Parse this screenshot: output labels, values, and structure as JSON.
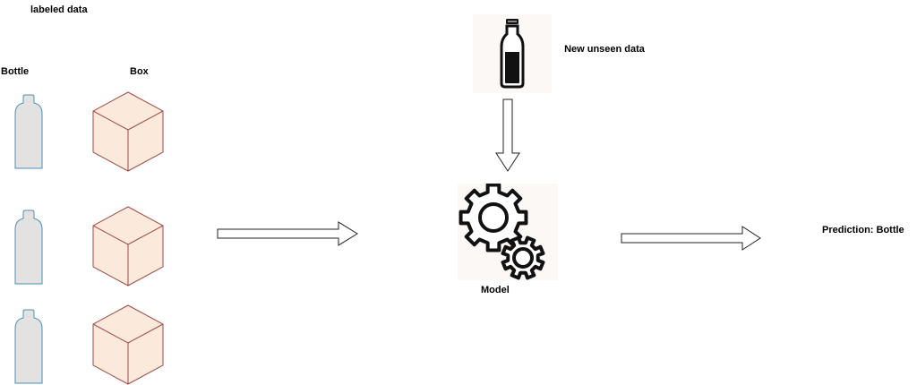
{
  "labels": {
    "title": "labeled data",
    "bottle": "Bottle",
    "box": "Box",
    "new_data": "New unseen data",
    "model": "Model",
    "prediction": "Prediction: Bottle"
  },
  "colors": {
    "bottle_stroke": "#4a8cb8",
    "bottle_fill": "#e4e2e1",
    "box_stroke": "#a04a44",
    "box_fill": "#fbeadc",
    "tile_bg": "#fcf8f6",
    "arrow_stroke": "#222222"
  },
  "icons": [
    "bottle-icon",
    "box-icon",
    "milk-bottle-icon",
    "gears-icon",
    "arrow-right-icon",
    "arrow-down-icon"
  ]
}
